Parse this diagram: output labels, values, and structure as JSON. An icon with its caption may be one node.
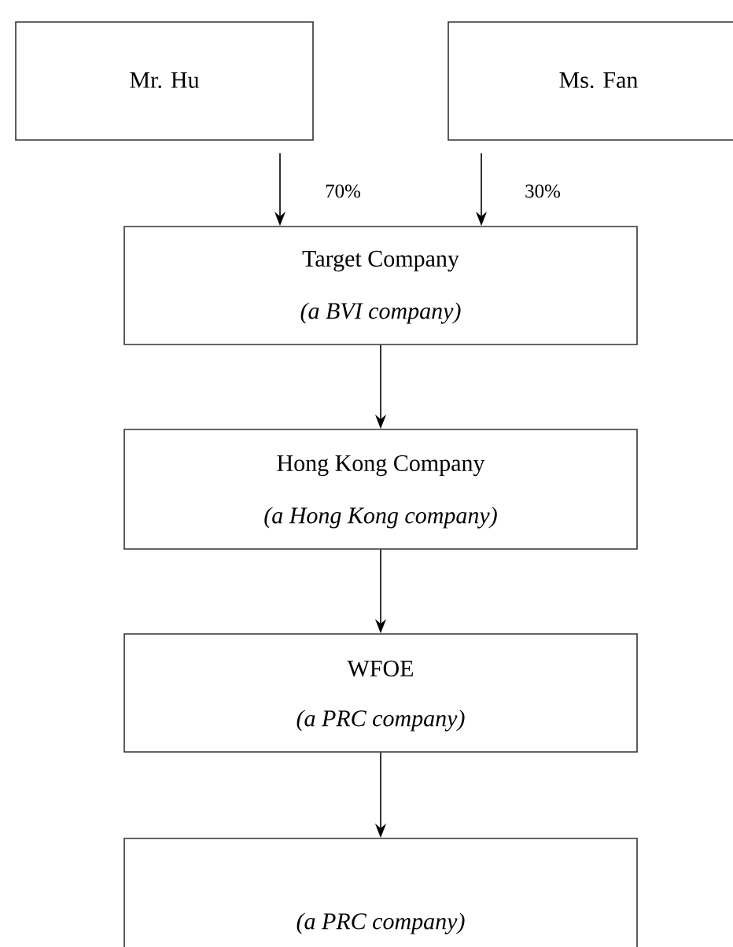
{
  "diagram": {
    "nodes": [
      {
        "text": [
          "Mr. Hu"
        ]
      },
      {
        "text": [
          "Ms. Fan"
        ]
      },
      {
        "text": [
          "Target Company",
          "(a BVI company)"
        ]
      },
      {
        "text": [
          "Hong Kong Company",
          "(a Hong Kong company)"
        ]
      },
      {
        "text": [
          "WFOE",
          "(a PRC company)"
        ]
      },
      {
        "text": [
          "(a PRC company)"
        ]
      }
    ],
    "edges": [
      {
        "from": 0,
        "to": 2,
        "arrow": "to",
        "label": "70%"
      },
      {
        "from": 1,
        "to": 2,
        "arrow": "to",
        "label": "30%"
      },
      {
        "from": 2,
        "to": 3,
        "arrow": "to"
      },
      {
        "from": 3,
        "to": 4,
        "arrow": "to"
      },
      {
        "from": 4,
        "to": 5,
        "arrow": "to"
      }
    ]
  }
}
